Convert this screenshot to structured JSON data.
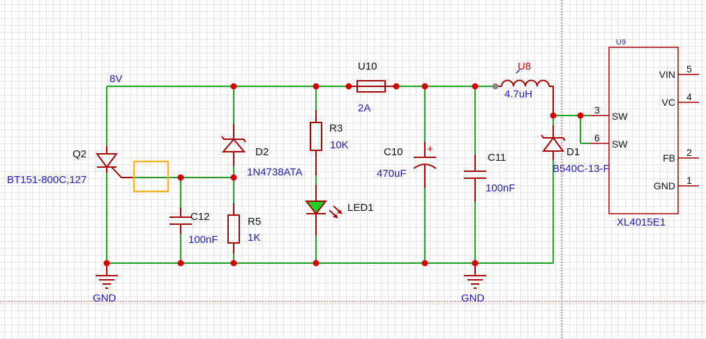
{
  "net_labels": {
    "vin": "8V",
    "gnd_left": "GND",
    "gnd_right": "GND"
  },
  "components": {
    "q2": {
      "ref": "Q2",
      "value": "BT151-800C,127"
    },
    "d2": {
      "ref": "D2",
      "value": "1N4738ATA"
    },
    "c12": {
      "ref": "C12",
      "value": "100nF"
    },
    "r5": {
      "ref": "R5",
      "value": "1K"
    },
    "u10": {
      "ref": "U10",
      "value": "2A"
    },
    "r3": {
      "ref": "R3",
      "value": "10K"
    },
    "led1": {
      "ref": "LED1"
    },
    "c10": {
      "ref": "C10",
      "value": "470uF",
      "polarity": "+"
    },
    "c11": {
      "ref": "C11",
      "value": "100nF"
    },
    "u8": {
      "ref": "U8",
      "value": "4.7uH"
    },
    "d1": {
      "ref": "D1",
      "value": "B540C-13-F"
    },
    "u9": {
      "ref": "U9",
      "value": "XL4015E1",
      "pins_left": [
        {
          "num": "3",
          "name": "SW"
        },
        {
          "num": "6",
          "name": "SW"
        }
      ],
      "pins_right": [
        {
          "num": "5",
          "name": "VIN"
        },
        {
          "num": "4",
          "name": "VC"
        },
        {
          "num": "2",
          "name": "FB"
        },
        {
          "num": "1",
          "name": "GND"
        }
      ]
    }
  },
  "colors": {
    "wire": "#22a122",
    "part": "#a80000",
    "junction": "#d40000",
    "label": "#1b1bcc",
    "led_fill": "#22cc22",
    "highlight": "#f5b733"
  }
}
